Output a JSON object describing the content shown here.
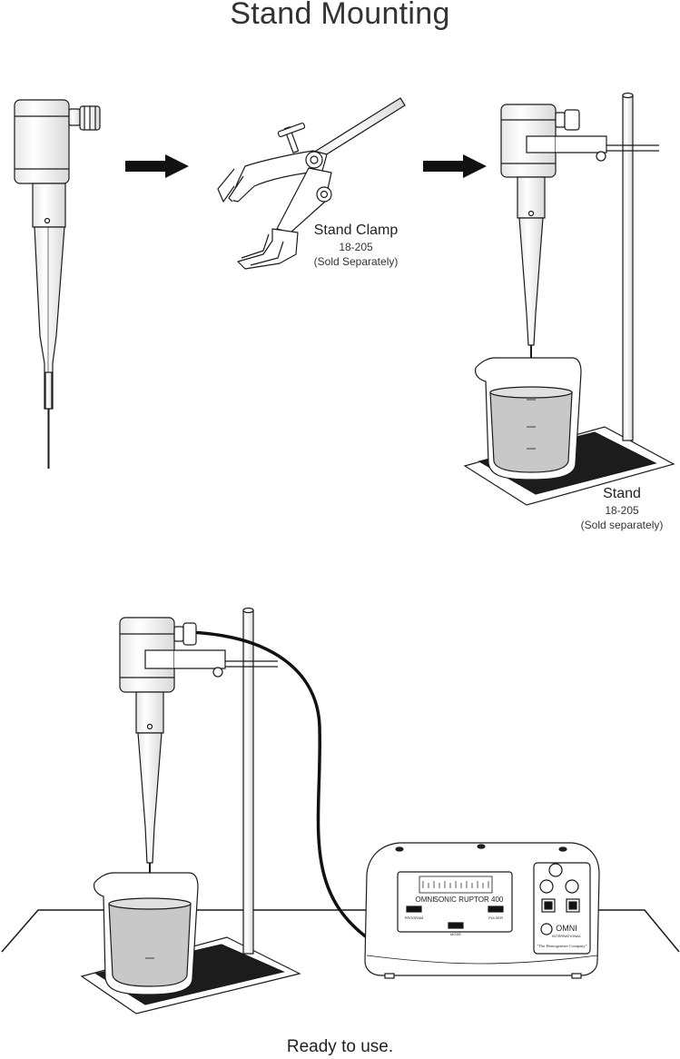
{
  "title": "Stand Mounting",
  "clamp": {
    "name": "Stand Clamp",
    "part": "18-205",
    "note": "(Sold Separately)"
  },
  "stand": {
    "name": "Stand",
    "part": "18-205",
    "note": "(Sold separately)"
  },
  "device": {
    "brand": "OMNI",
    "model_text": "SONIC RUPTOR 400",
    "badge_text": "OMNI",
    "badge_sub": "INTERNATIONAL",
    "tagline": "\"The Homogenizer Company\"",
    "left_button": "PROGRAM",
    "center_button": "MODE",
    "right_button": "PULSER"
  },
  "caption": "Ready to use.",
  "colors": {
    "ink": "#1a1a1a",
    "liquid": "#c8c8c8",
    "mat": "#1c1c1c"
  }
}
